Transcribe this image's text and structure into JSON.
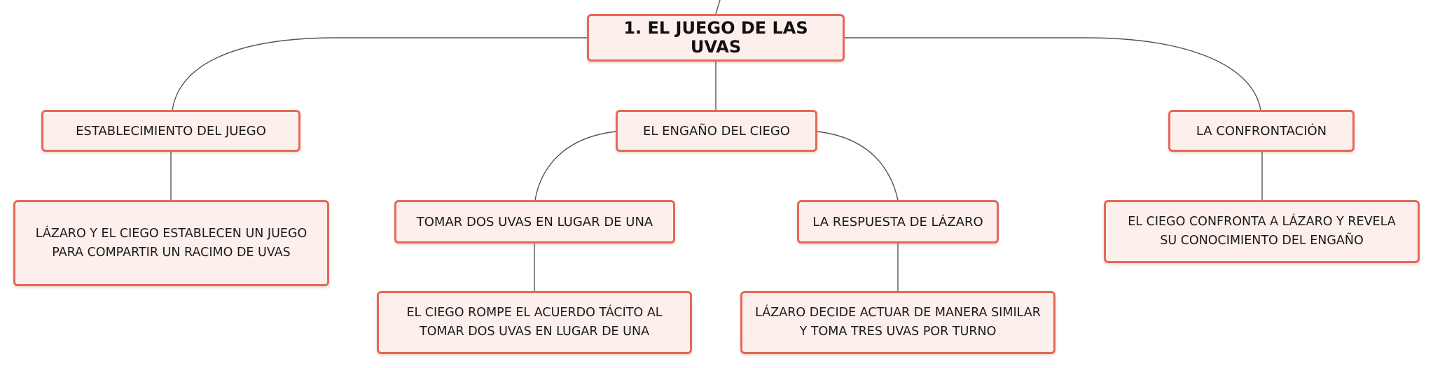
{
  "colors": {
    "border": "#e4695a",
    "fill": "#fdf0ec",
    "edge": "#555555"
  },
  "nodes": {
    "root": "1. EL JUEGO DE LAS UVAS",
    "establecimiento": "ESTABLECIMIENTO DEL JUEGO",
    "establecimiento_detalle": "LÁZARO Y EL CIEGO ESTABLECEN UN JUEGO PARA COMPARTIR UN RACIMO DE UVAS",
    "engano": "EL ENGAÑO DEL CIEGO",
    "tomar": "TOMAR DOS UVAS EN LUGAR DE UNA",
    "tomar_detalle": "EL CIEGO ROMPE EL ACUERDO TÁCITO AL TOMAR DOS UVAS EN LUGAR DE UNA",
    "respuesta": "LA RESPUESTA DE LÁZARO",
    "respuesta_detalle": "LÁZARO DECIDE ACTUAR DE MANERA SIMILAR Y TOMA TRES UVAS POR TURNO",
    "confrontacion": "LA CONFRONTACIÓN",
    "confrontacion_detalle": "EL CIEGO CONFRONTA A LÁZARO Y REVELA SU CONOCIMIENTO DEL ENGAÑO"
  }
}
